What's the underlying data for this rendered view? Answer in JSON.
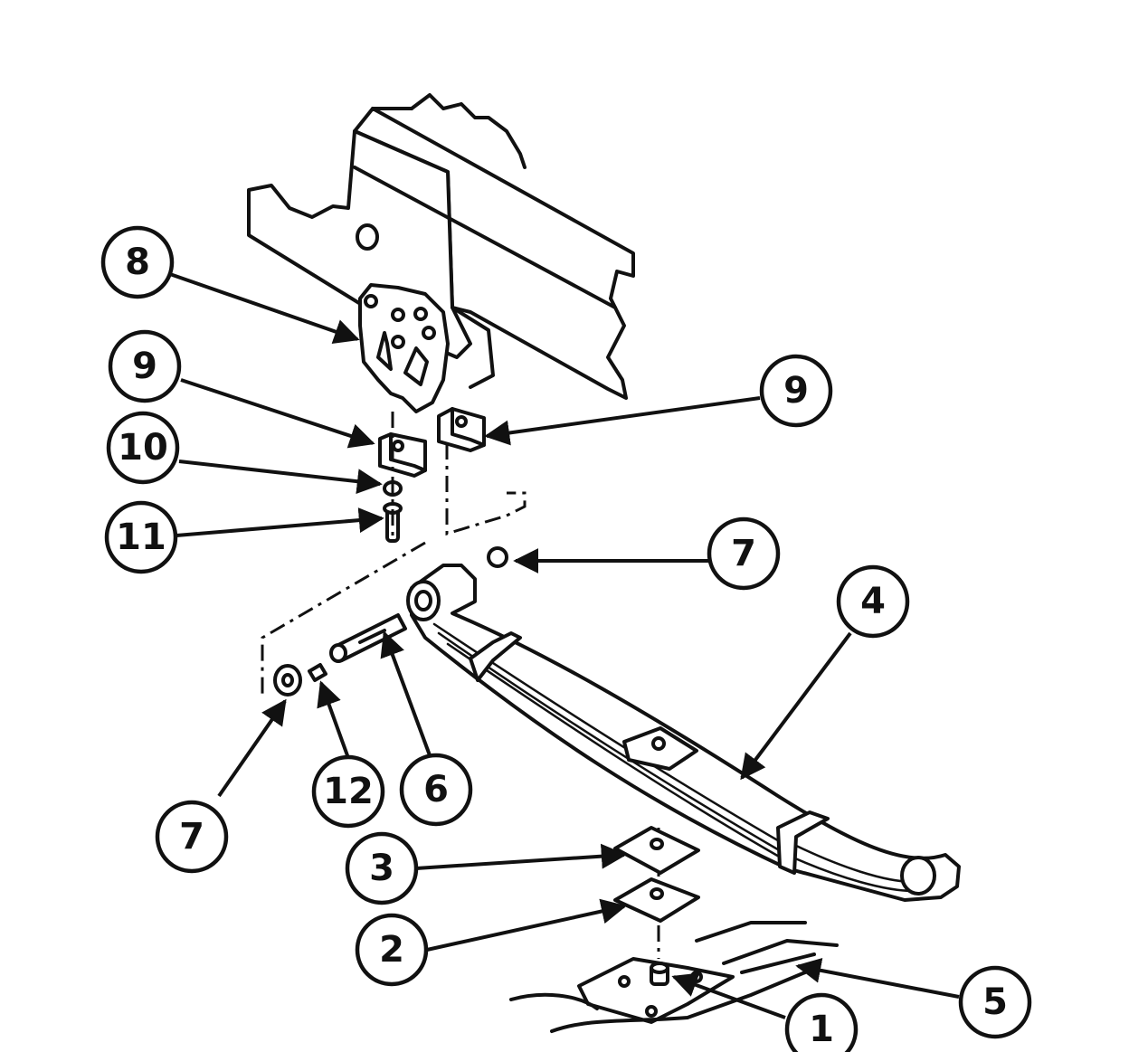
{
  "callouts": [
    {
      "id": "c8",
      "label": "8"
    },
    {
      "id": "c9a",
      "label": "9"
    },
    {
      "id": "c9b",
      "label": "9"
    },
    {
      "id": "c10",
      "label": "10"
    },
    {
      "id": "c11",
      "label": "11"
    },
    {
      "id": "c7a",
      "label": "7"
    },
    {
      "id": "c4",
      "label": "4"
    },
    {
      "id": "c7b",
      "label": "7"
    },
    {
      "id": "c12",
      "label": "12"
    },
    {
      "id": "c6",
      "label": "6"
    },
    {
      "id": "c3",
      "label": "3"
    },
    {
      "id": "c2",
      "label": "2"
    },
    {
      "id": "c5",
      "label": "5"
    },
    {
      "id": "c1",
      "label": "1"
    }
  ]
}
